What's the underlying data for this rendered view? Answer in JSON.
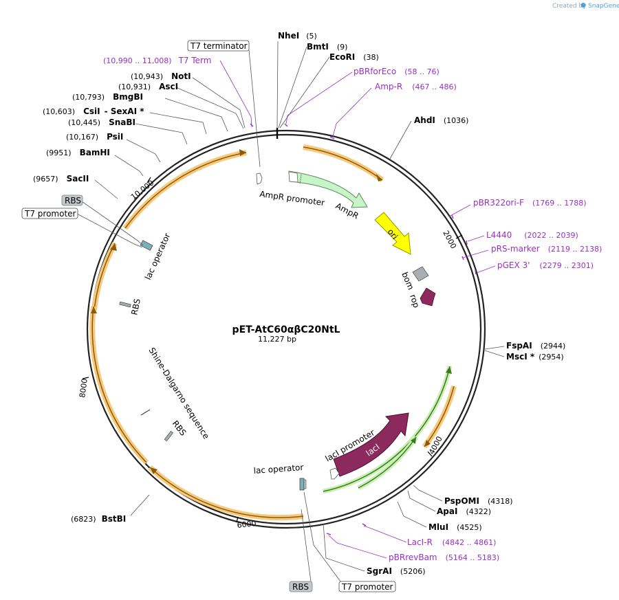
{
  "credit": {
    "prefix": "Created by",
    "brand": "SnapGene"
  },
  "center": {
    "name": "pET-AtC60αβC20NtL",
    "size": "11,227 bp"
  },
  "ticks": [
    "2000",
    "4000",
    "6000",
    "8000",
    "10,000"
  ],
  "enzymes": [
    {
      "name": "NheI",
      "pos": "(5)"
    },
    {
      "name": "BmtI",
      "pos": "(9)"
    },
    {
      "name": "EcoRI",
      "pos": "(38)"
    },
    {
      "name": "AhdI",
      "pos": "(1036)"
    },
    {
      "name": "FspAI",
      "pos": "(2944)"
    },
    {
      "name": "MscI *",
      "pos": "(2954)"
    },
    {
      "name": "PspOMI",
      "pos": "(4318)"
    },
    {
      "name": "ApaI",
      "pos": "(4322)"
    },
    {
      "name": "MluI",
      "pos": "(4525)"
    },
    {
      "name": "SgrAI",
      "pos": "(5206)"
    },
    {
      "name": "BstBI",
      "pos": "(6823)"
    },
    {
      "name": "SacII",
      "pos": "(9657)"
    },
    {
      "name": "BamHI",
      "pos": "(9951)"
    },
    {
      "name": "PsiI",
      "pos": "(10,167)"
    },
    {
      "name": "SnaBI",
      "pos": "(10,445)"
    },
    {
      "name": "CsiI",
      "pos": "(10,603)"
    },
    {
      "name": "- SexAI *",
      "pos": ""
    },
    {
      "name": "BmgBI",
      "pos": "(10,793)"
    },
    {
      "name": "AscI",
      "pos": "(10,931)"
    },
    {
      "name": "NotI",
      "pos": "(10,943)"
    }
  ],
  "primers": [
    {
      "name": "pBRforEco",
      "pos": "(58 .. 76)"
    },
    {
      "name": "Amp-R",
      "pos": "(467 .. 486)"
    },
    {
      "name": "pBR322ori-F",
      "pos": "(1769 .. 1788)"
    },
    {
      "name": "L4440",
      "pos": "(2022 .. 2039)"
    },
    {
      "name": "pRS-marker",
      "pos": "(2119 .. 2138)"
    },
    {
      "name": "pGEX 3'",
      "pos": "(2279 .. 2301)"
    },
    {
      "name": "LacI-R",
      "pos": "(4842 .. 4861)"
    },
    {
      "name": "pBRrevBam",
      "pos": "(5164 .. 5183)"
    },
    {
      "name": "T7 Term",
      "pos": "(10,990 .. 11,008)"
    }
  ],
  "boxed_labels": {
    "t7_terminator": "T7 terminator",
    "rbs_top": "RBS",
    "t7_promoter_top": "T7 promoter",
    "rbs_bottom": "RBS",
    "t7_promoter_bottom": "T7 promoter"
  },
  "features": {
    "ampr_promoter": "AmpR promoter",
    "ampr": "AmpR",
    "ori": "ori",
    "bom": "bom",
    "rop": "rop",
    "laci_promoter": "lacI promoter",
    "laci": "lacI",
    "lac_operator_bottom": "lac operator",
    "lac_operator_top": "lac operator",
    "rbs_left": "RBS",
    "shine_dalgarno": "Shine-Dalgarno sequence",
    "rbs_inner": "RBS"
  },
  "colors": {
    "backbone": "#222222",
    "orf_fill": "#f7c97a",
    "orf_line": "#8a5a10",
    "green_orf": "#8ed06a",
    "ampr_fill": "#c8f5c8",
    "ori_fill": "#ffff00",
    "laci_fill": "#8c2a5e",
    "rop_fill": "#8c2a5e",
    "bom_fill": "#a9aeb3",
    "primer": "#9a2ec8"
  }
}
